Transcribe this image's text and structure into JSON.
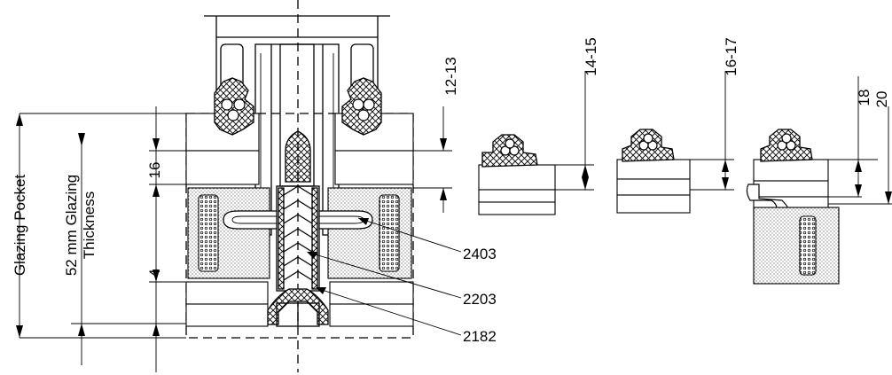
{
  "labels": {
    "dim_12_13": "12-13",
    "dim_14_15": "14-15",
    "dim_16_17": "16-17",
    "dim_18": "18",
    "dim_20": "20",
    "dim_16": "16",
    "dim_4": "4",
    "glazing_pocket": "Glazing Pocket",
    "glazing_thickness_line1": "52 mm Glazing",
    "glazing_thickness_line2": "Thickness",
    "part_2403": "2403",
    "part_2203": "2203",
    "part_2182": "2182"
  }
}
